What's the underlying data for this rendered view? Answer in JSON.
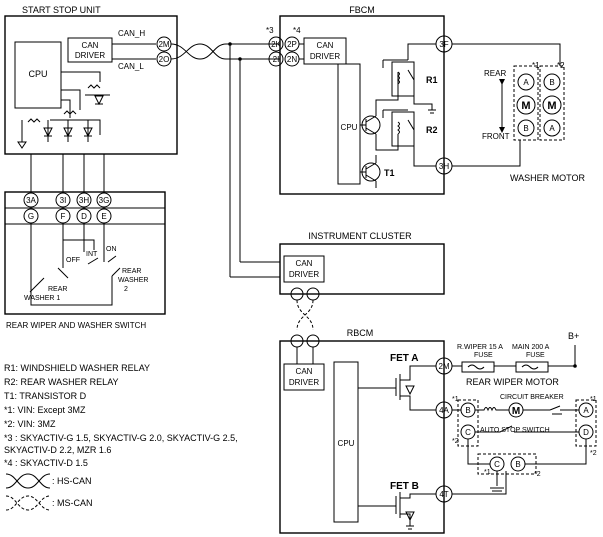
{
  "modules": {
    "start_stop_unit": {
      "title": "START STOP UNIT",
      "cpu": "CPU",
      "can_driver_1": "CAN",
      "can_driver_2": "DRIVER",
      "can_h": "CAN_H",
      "can_l": "CAN_L",
      "pin_2m": "2M",
      "pin_2o": "2O"
    },
    "fbcm": {
      "title": "FBCM",
      "star3": "*3",
      "star4": "*4",
      "pin_2k": "2K",
      "pin_2p": "2P",
      "pin_2i": "2I",
      "pin_2n": "2N",
      "pin_3f": "3F",
      "pin_3h": "3H",
      "can_driver_1": "CAN",
      "can_driver_2": "DRIVER",
      "cpu": "CPU",
      "r1": "R1",
      "r2": "R2",
      "t1": "T1"
    },
    "washer_motor": {
      "title": "WASHER MOTOR",
      "rear": "REAR",
      "front": "FRONT",
      "star1": "*1",
      "star2": "*2",
      "m": "M",
      "a": "A",
      "b": "B"
    },
    "switch": {
      "title": "REAR WIPER AND WASHER SWITCH",
      "p3a": "3A",
      "p3i": "3I",
      "p3h": "3H",
      "p3g": "3G",
      "pg": "G",
      "pf": "F",
      "pd": "D",
      "pe": "E",
      "off": "OFF",
      "int": "INT",
      "on": "ON",
      "rw2_1": "REAR",
      "rw2_2": "WASHER",
      "rw2_3": "2",
      "rw1_1": "REAR",
      "rw1_2": "WASHER 1"
    },
    "instrument_cluster": {
      "title": "INSTRUMENT CLUSTER",
      "can_driver_1": "CAN",
      "can_driver_2": "DRIVER"
    },
    "rbcm": {
      "title": "RBCM",
      "can_driver_1": "CAN",
      "can_driver_2": "DRIVER",
      "cpu": "CPU",
      "fet_a": "FET A",
      "fet_b": "FET B",
      "pin_2m": "2M",
      "pin_4a": "4A",
      "pin_4t": "4T"
    },
    "fuses": {
      "rwiper_1": "R.WIPER 15 A",
      "rwiper_2": "FUSE",
      "main_1": "MAIN 200 A",
      "main_2": "FUSE",
      "bplus": "B+"
    },
    "rear_wiper_motor": {
      "title": "REAR WIPER MOTOR",
      "circuit_breaker": "CIRCUIT BREAKER",
      "auto_stop": "AUTO STOP SWITCH",
      "star1a": "*1",
      "star2a": "*2",
      "star1b": "*1",
      "star2b": "*2",
      "star1c": "*1",
      "star2c": "*2",
      "a": "A",
      "b": "B",
      "c": "C",
      "d": "D",
      "m": "M"
    }
  },
  "legend": {
    "r1": "R1: WINDSHIELD WASHER RELAY",
    "r2": "R2: REAR WASHER RELAY",
    "t1": "T1: TRANSISTOR D",
    "s1": "*1: VIN: Except 3MZ",
    "s2": "*2: VIN: 3MZ",
    "s3a": "*3 : SKYACTIV-G 1.5, SKYACTIV-G 2.0, SKYACTIV-G 2.5,",
    "s3b": "SKYACTIV-D 2.2, MZR 1.6",
    "s4": "*4 : SKYACTIV-D 1.5",
    "hs": ": HS-CAN",
    "ms": ": MS-CAN"
  }
}
